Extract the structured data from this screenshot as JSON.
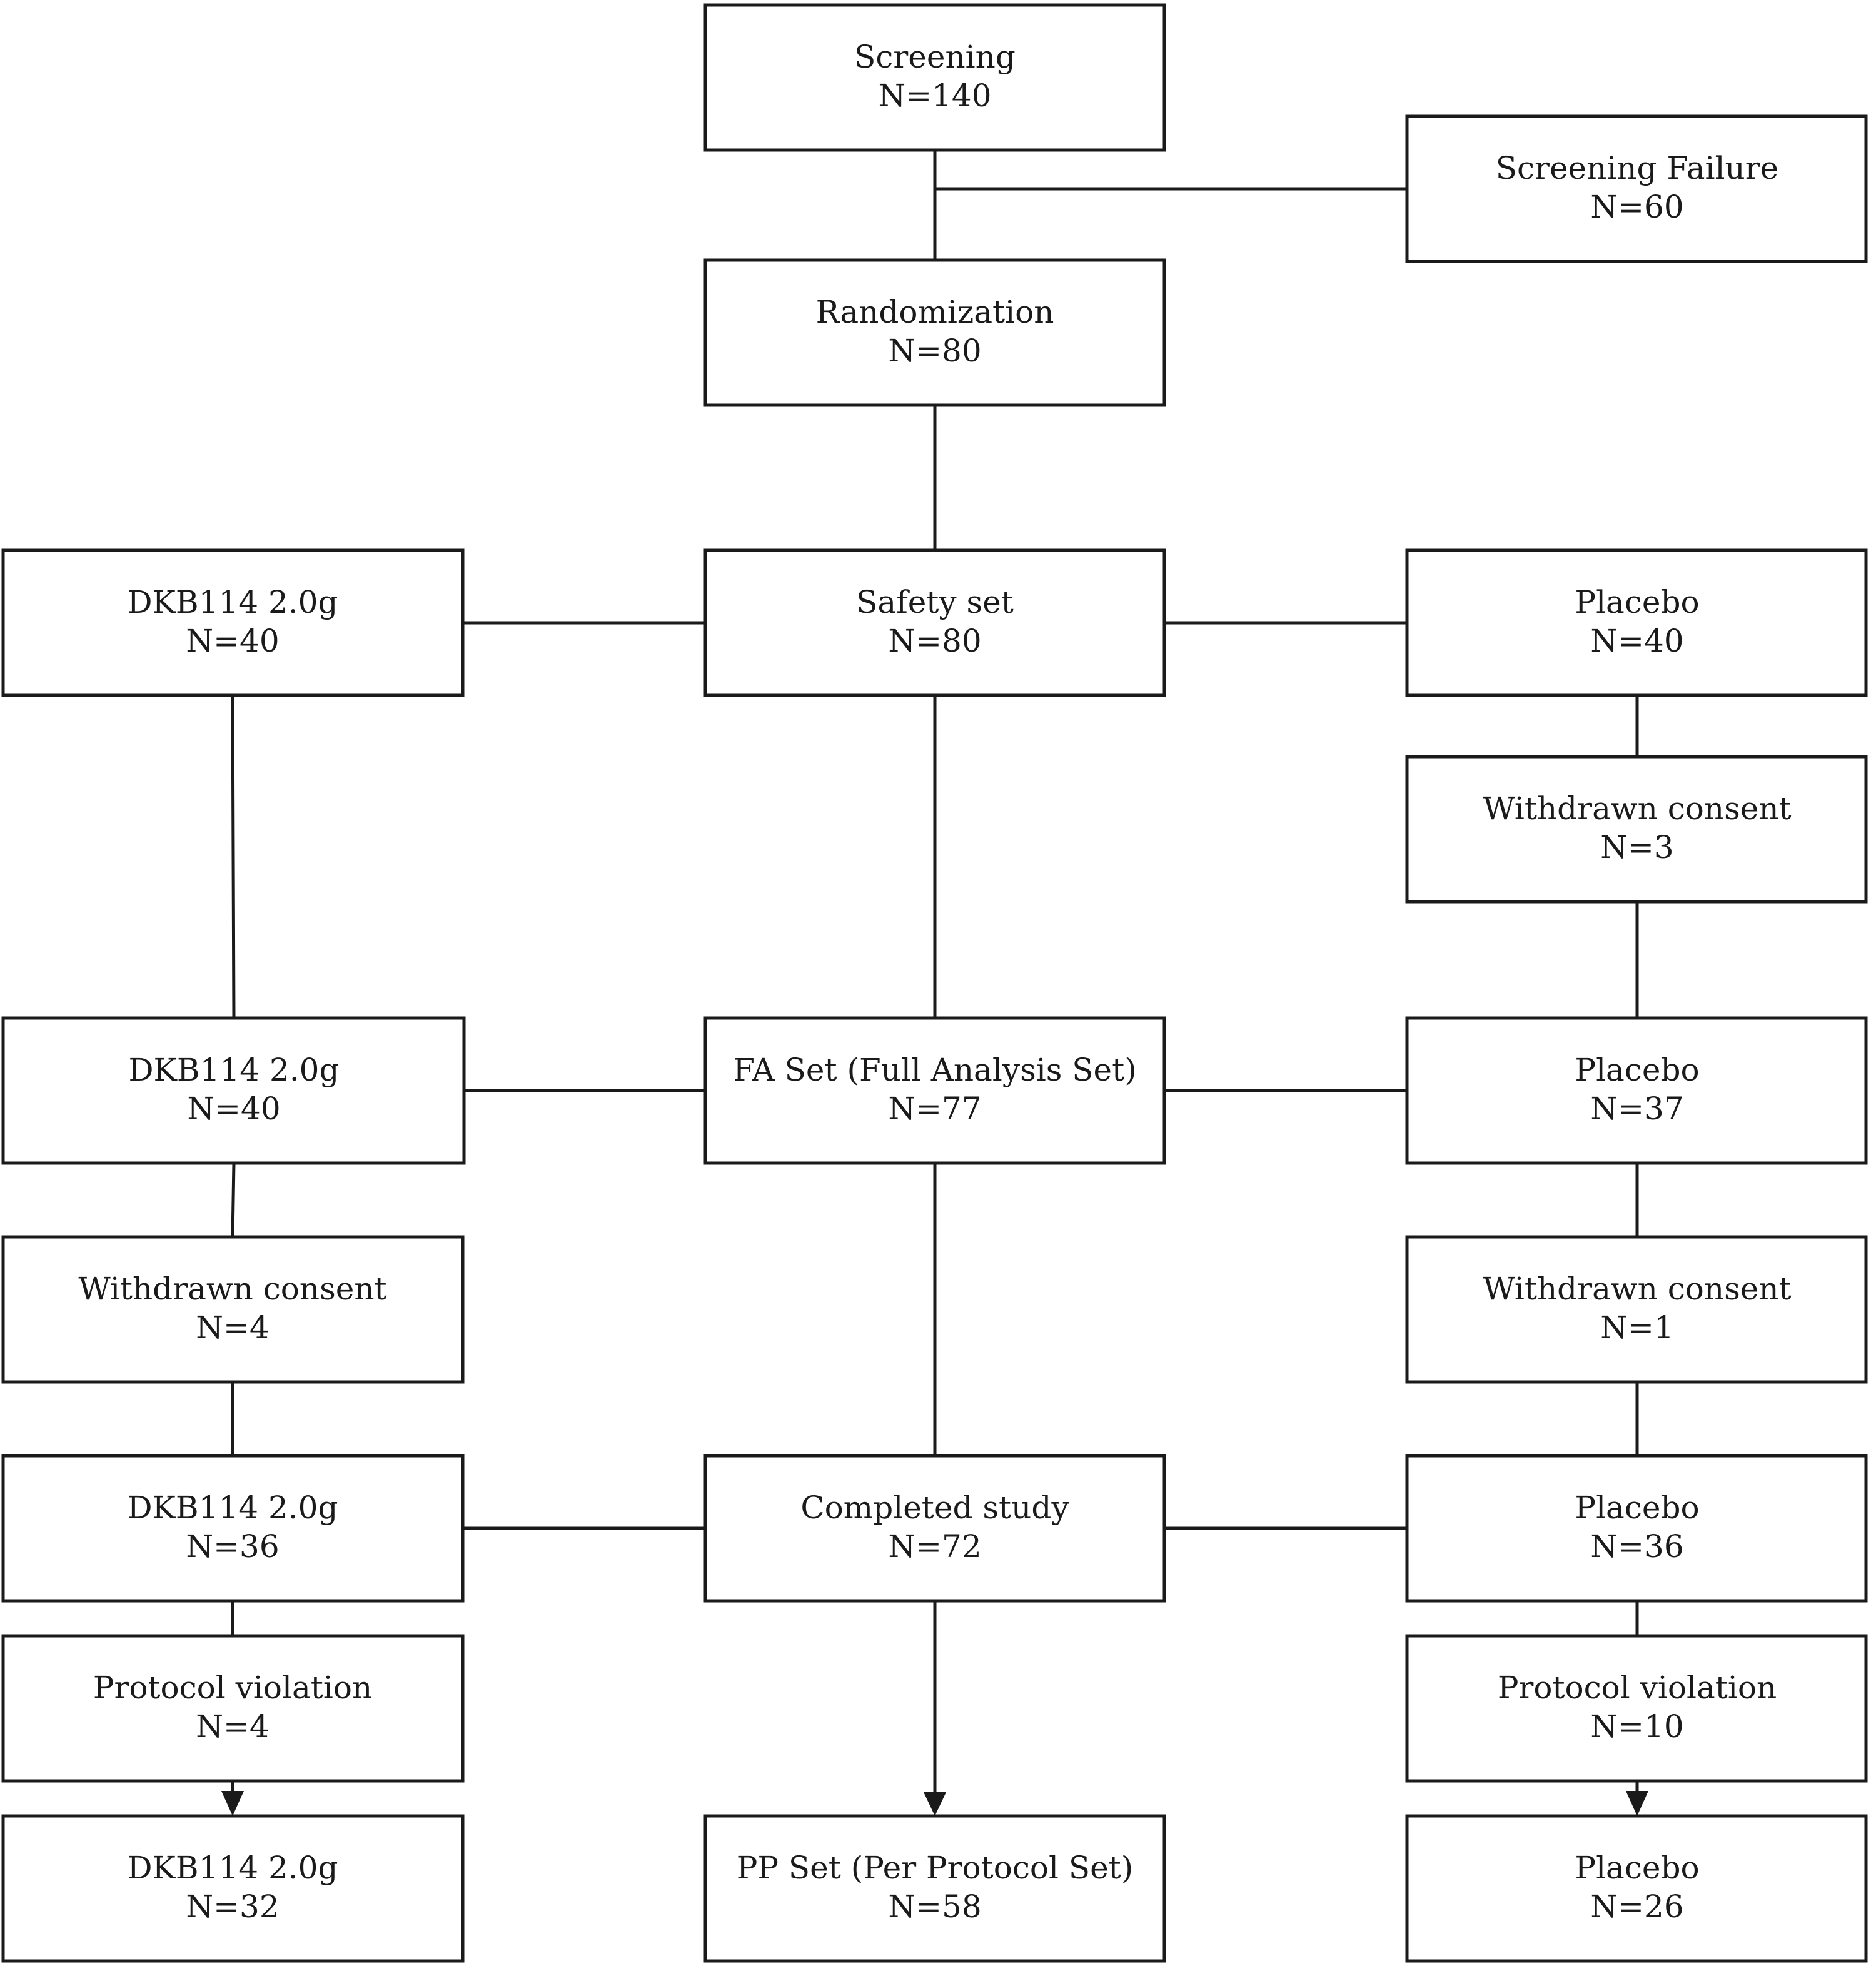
{
  "diagram": {
    "screening": {
      "label": "Screening",
      "count": "N=140"
    },
    "screening_failure": {
      "label": "Screening Failure",
      "count": "N=60"
    },
    "randomization": {
      "label": "Randomization",
      "count": "N=80"
    },
    "safety_set": {
      "label": "Safety set",
      "count": "N=80"
    },
    "dkb_safety": {
      "label": "DKB114 2.0g",
      "count": "N=40"
    },
    "placebo_safety": {
      "label": "Placebo",
      "count": "N=40"
    },
    "placebo_withdrawn": {
      "label": "Withdrawn consent",
      "count": "N=3"
    },
    "fa_set": {
      "label": "FA Set (Full Analysis Set)",
      "count": "N=77"
    },
    "dkb_fa": {
      "label": "DKB114 2.0g",
      "count": "N=40"
    },
    "placebo_fa": {
      "label": "Placebo",
      "count": "N=37"
    },
    "dkb_withdrawn": {
      "label": "Withdrawn consent",
      "count": "N=4"
    },
    "placebo_withdrawn_2": {
      "label": "Withdrawn consent",
      "count": "N=1"
    },
    "completed": {
      "label": "Completed study",
      "count": "N=72"
    },
    "dkb_completed": {
      "label": "DKB114 2.0g",
      "count": "N=36"
    },
    "placebo_completed": {
      "label": "Placebo",
      "count": "N=36"
    },
    "dkb_violation": {
      "label": "Protocol violation",
      "count": "N=4"
    },
    "placebo_violation": {
      "label": "Protocol violation",
      "count": "N=10"
    },
    "pp_set": {
      "label": "PP Set (Per Protocol Set)",
      "count": "N=58"
    },
    "dkb_pp": {
      "label": "DKB114 2.0g",
      "count": "N=32"
    },
    "placebo_pp": {
      "label": "Placebo",
      "count": "N=26"
    }
  }
}
